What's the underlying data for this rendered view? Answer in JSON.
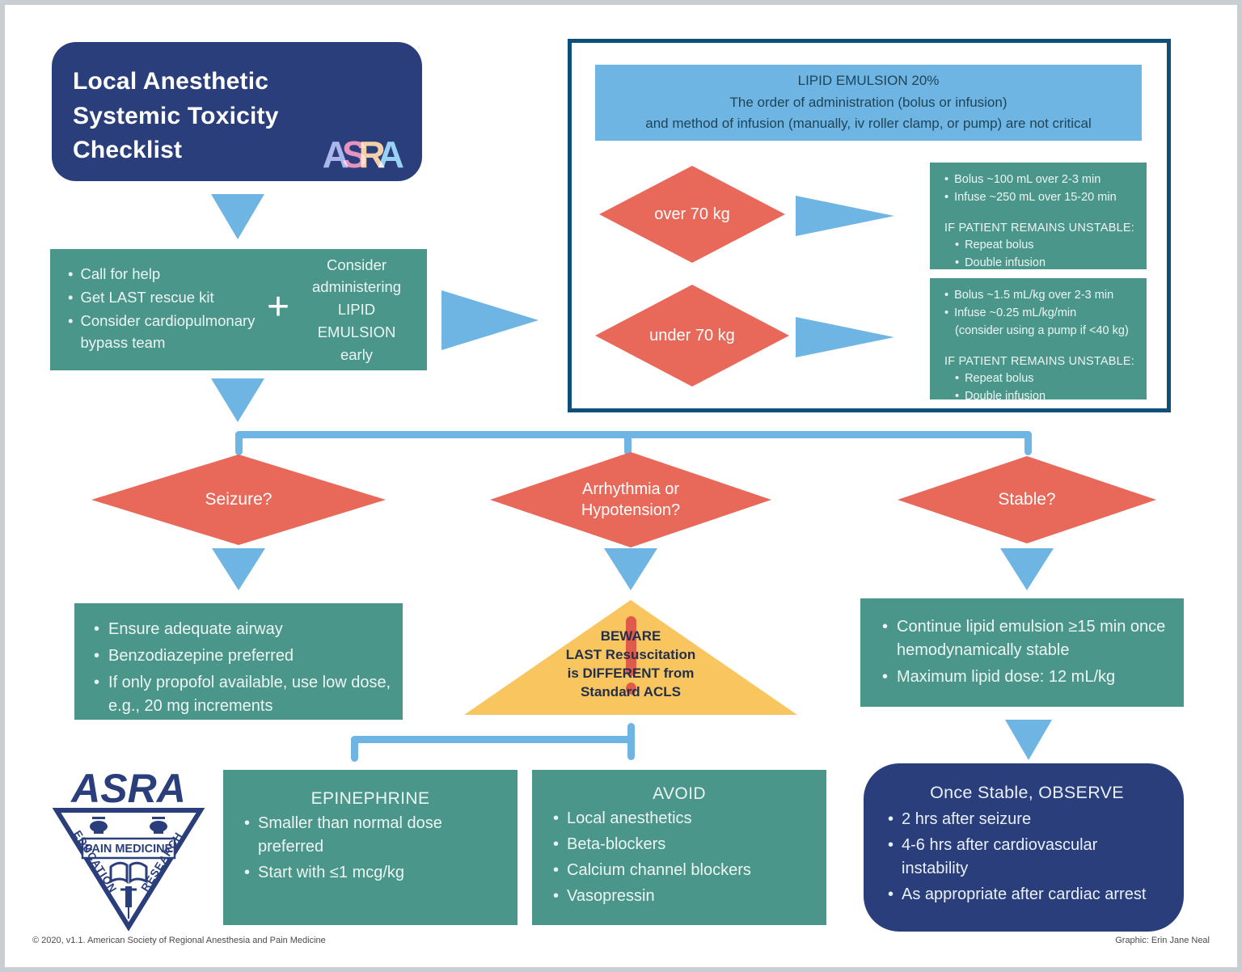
{
  "colors": {
    "navy": "#2A3E7B",
    "green": "#4B968B",
    "blue": "#6FB5E3",
    "coral": "#E8695A",
    "yellow": "#F8C55F",
    "panel-border": "#0E4F7A",
    "header-text": "#1E4458",
    "beware-text": "#232F4B",
    "exclaim": "#E05A4A",
    "frame": "#C9CED3",
    "footer-text": "#4A4A4A",
    "logo-a1": "#9A9FD6",
    "logo-s": "#E4707F",
    "logo-r": "#F2C155",
    "logo-a2": "#85C2EA"
  },
  "glyphs": {
    "bullet": "•",
    "plus": "+"
  },
  "title_box": {
    "lines": [
      "Local Anesthetic",
      "Systemic Toxicity",
      "Checklist"
    ],
    "logo_letters": [
      "A",
      "S",
      "R",
      "A"
    ]
  },
  "steps_box": {
    "items": [
      "Call for help",
      "Get LAST rescue kit",
      "Consider cardiopulmonary bypass team"
    ],
    "consider": [
      "Consider administering",
      "LIPID EMULSION",
      "early"
    ]
  },
  "lipid_panel": {
    "header_lines": [
      "LIPID EMULSION 20%",
      "The order of administration (bolus or infusion)",
      "and method of infusion (manually, iv roller clamp, or pump) are not critical"
    ],
    "over": {
      "diamond": "over 70 kg",
      "items": [
        "Bolus ~100 mL over 2-3 min",
        "Infuse ~250 mL over 15-20 min"
      ],
      "unstable_title": "IF PATIENT REMAINS UNSTABLE:",
      "unstable_items": [
        "Repeat bolus",
        "Double infusion"
      ]
    },
    "under": {
      "diamond": "under 70 kg",
      "items": [
        "Bolus ~1.5 mL/kg over 2-3 min",
        "Infuse ~0.25 mL/kg/min"
      ],
      "note": "(consider using a pump if <40 kg)",
      "unstable_title": "IF PATIENT REMAINS UNSTABLE:",
      "unstable_items": [
        "Repeat bolus",
        "Double infusion"
      ]
    }
  },
  "decisions": {
    "seizure": "Seizure?",
    "arrhythmia_lines": [
      "Arrhythmia or",
      "Hypotension?"
    ],
    "stable": "Stable?"
  },
  "seizure_box": {
    "items": [
      "Ensure adequate airway",
      "Benzodiazepine preferred",
      "If only propofol available, use low dose, e.g., 20 mg increments"
    ]
  },
  "beware_triangle": {
    "lines": [
      "BEWARE",
      "LAST Resuscitation",
      "is DIFFERENT from",
      "Standard ACLS"
    ]
  },
  "stable_box": {
    "items": [
      "Continue lipid emulsion ≥15 min once hemodynamically stable",
      "Maximum lipid dose: 12 mL/kg"
    ]
  },
  "epinephrine_box": {
    "title": "EPINEPHRINE",
    "items": [
      "Smaller than normal dose preferred",
      "Start with ≤1 mcg/kg"
    ]
  },
  "avoid_box": {
    "title": "AVOID",
    "items": [
      "Local anesthetics",
      "Beta-blockers",
      "Calcium channel blockers",
      "Vasopressin"
    ]
  },
  "observe_box": {
    "title": "Once Stable, OBSERVE",
    "items": [
      "2 hrs after seizure",
      "4-6 hrs after cardiovascular instability",
      "As appropriate after cardiac arrest"
    ]
  },
  "asra_seal": {
    "wordmark": "ASRA",
    "banner": "PAIN MEDICINE",
    "left_text": "EDUCATION",
    "right_text": "RESEARCH"
  },
  "footer": {
    "left": "© 2020, v1.1. American Society of Regional Anesthesia and Pain Medicine",
    "right": "Graphic: Erin Jane Neal"
  }
}
